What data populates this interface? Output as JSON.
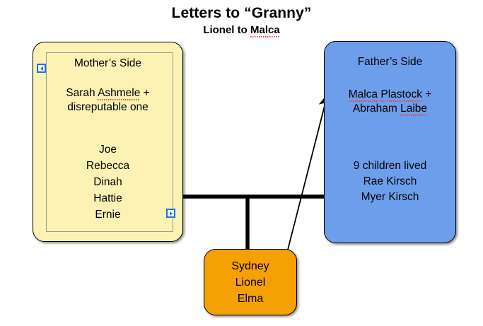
{
  "header": {
    "title": "Letters to “Granny”",
    "subtitle_prefix": "Lionel to ",
    "subtitle_misspelled": "Malca",
    "subtitle_full": "Lionel to Malca"
  },
  "diagram": {
    "type": "family-relationship-diagram",
    "background_color": "#ffffff",
    "nodes": [
      {
        "id": "mother-side",
        "label": "Mother’s Side",
        "fill_color": "#fbf2b4",
        "border_color": "#000000",
        "shape": "rounded-rectangle",
        "has_inner_text_frame": true,
        "heading": "Mother’s Side",
        "couple_line_1_name": "Sarah Ashmele",
        "couple_line_1_misspelled": "Ashmele",
        "couple_line_1_prefix": "Sarah ",
        "couple_line_1_suffix": " +",
        "couple_line_2": "disreputable one",
        "children": [
          "Joe",
          "Rebecca",
          "Dinah",
          "Hattie",
          "Ernie"
        ]
      },
      {
        "id": "father-side",
        "label": "Father’s Side",
        "fill_color": "#6d9eeb",
        "border_color": "#000000",
        "shape": "rounded-rectangle",
        "heading": "Father’s Side",
        "couple_line_1_name": "Malca Plastock",
        "couple_line_1_first": "Malca",
        "couple_line_1_last": "Plastock",
        "couple_line_1_suffix": " +",
        "couple_line_2_first": "Abraham ",
        "couple_line_2_last": "Laibe",
        "note": "9 children lived",
        "children": [
          "Rae Kirsch",
          "Myer Kirsch"
        ]
      },
      {
        "id": "children",
        "fill_color": "#f5a105",
        "border_color": "#000000",
        "shape": "rounded-rectangle",
        "children": [
          "Sydney",
          "Lionel",
          "Elma"
        ]
      }
    ],
    "connectors": [
      {
        "id": "mother-father-link",
        "style": "thick-double-headed-horizontal-arrow",
        "from": "mother-side",
        "to": "father-side",
        "color": "#000000"
      },
      {
        "id": "parents-children-stem",
        "style": "thick-vertical-line",
        "from": "mother-father-link",
        "to": "children",
        "color": "#000000"
      },
      {
        "id": "children-father-link",
        "style": "thin-double-headed-diagonal-arrow",
        "from": "children",
        "to": "father-side",
        "color": "#000000"
      }
    ]
  },
  "handles": {
    "mother_inflow": "text-link-in-handle",
    "mother_outflow": "text-link-out-handle",
    "color": "#1a73e8"
  }
}
